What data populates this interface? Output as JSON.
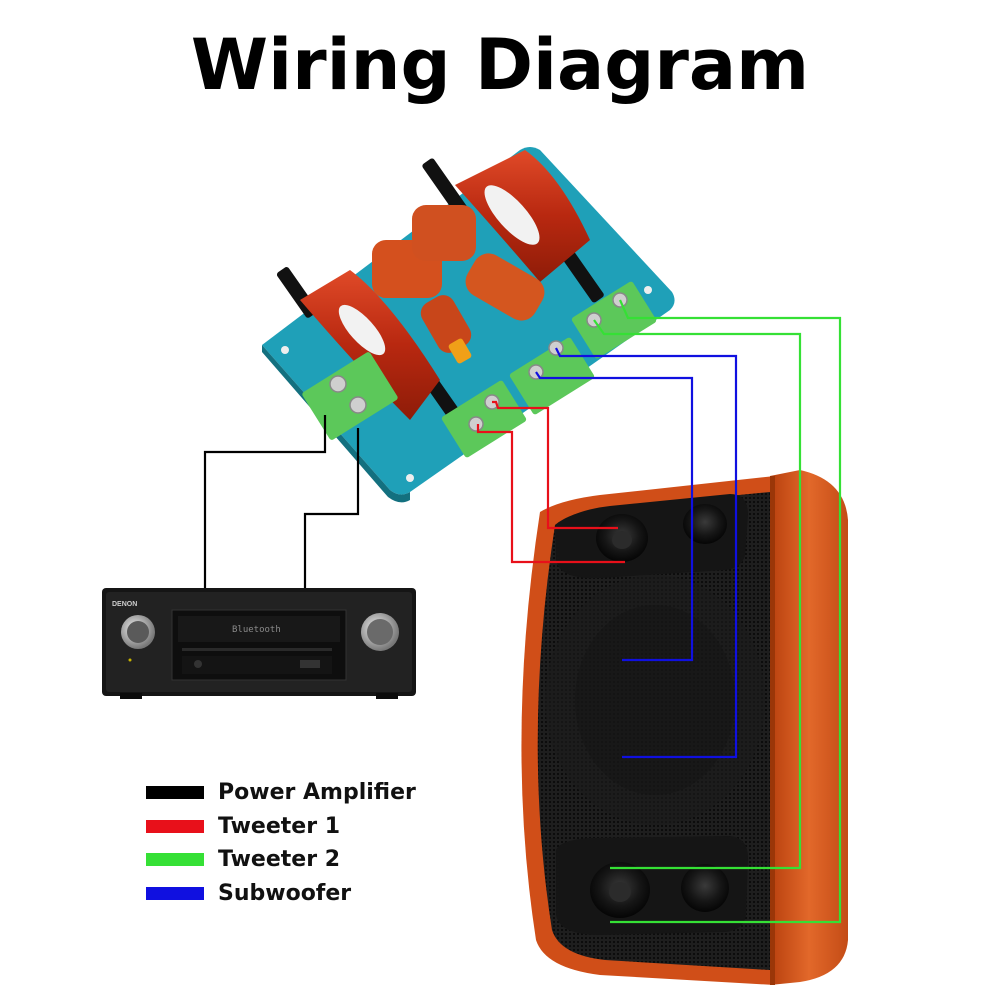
{
  "title": "Wiring Diagram",
  "colors": {
    "power_amplifier": "#000000",
    "tweeter_1": "#e8101a",
    "tweeter_2": "#35e035",
    "subwoofer": "#1010e0",
    "board": "#1fa0b8",
    "terminal": "#5cc85a",
    "inductor": "#c8321a",
    "capacitor": "#d4501e",
    "speaker_wood": "#d8561c",
    "speaker_grille": "#1c1c1c",
    "receiver": "#1a1a1a"
  },
  "legend": [
    {
      "label": "Power Amplifier",
      "color": "#000000"
    },
    {
      "label": "Tweeter 1",
      "color": "#e8101a"
    },
    {
      "label": "Tweeter 2",
      "color": "#35e035"
    },
    {
      "label": "Subwoofer",
      "color": "#1010e0"
    }
  ],
  "receiver": {
    "brand": "DENON",
    "display_text": "Bluetooth"
  }
}
